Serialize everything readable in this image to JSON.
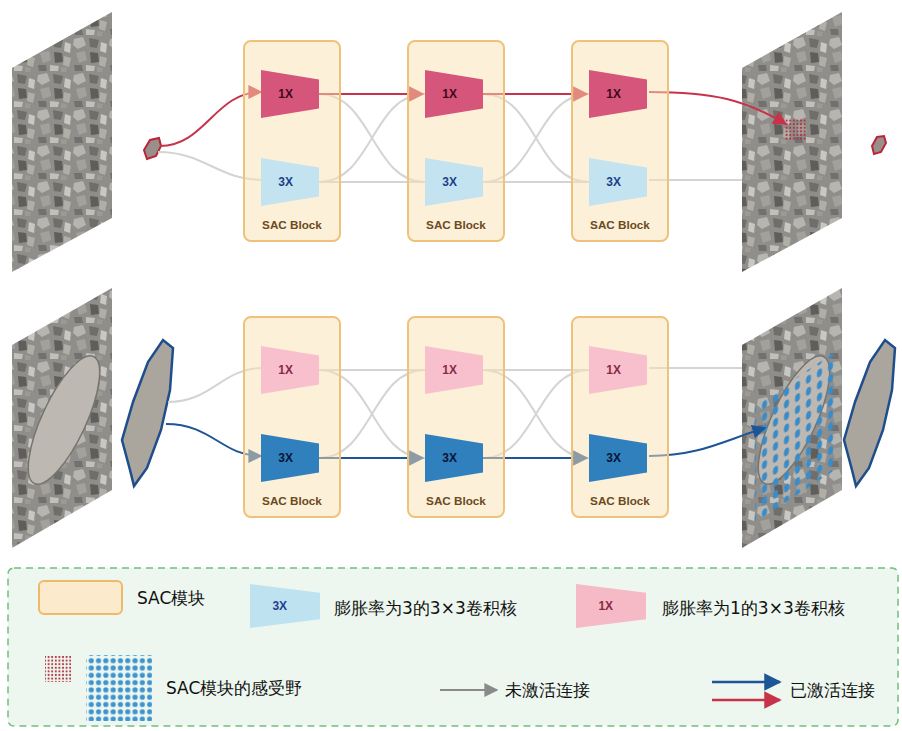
{
  "diagram": {
    "nodes": [
      {
        "text": [
          "SAC Block"
        ]
      },
      {
        "text": [
          "1X"
        ],
        "in": 0
      },
      {
        "text": [
          "3X"
        ],
        "in": 0
      },
      {
        "text": [
          "SAC Block"
        ]
      },
      {
        "text": [
          "1X"
        ],
        "in": 3
      },
      {
        "text": [
          "3X"
        ],
        "in": 3
      },
      {
        "text": [
          "SAC Block"
        ]
      },
      {
        "text": [
          "1X"
        ],
        "in": 6
      },
      {
        "text": [
          "3X"
        ],
        "in": 6
      },
      {
        "text": [
          "SAC Block"
        ]
      },
      {
        "text": [
          "1X"
        ],
        "in": 9
      },
      {
        "text": [
          "3X"
        ],
        "in": 9
      },
      {
        "text": [
          "SAC Block"
        ]
      },
      {
        "text": [
          "1X"
        ],
        "in": 12
      },
      {
        "text": [
          "3X"
        ],
        "in": 12
      },
      {
        "text": [
          "SAC Block"
        ]
      },
      {
        "text": [
          "1X"
        ],
        "in": 15
      },
      {
        "text": [
          "3X"
        ],
        "in": 15
      }
    ],
    "edges": [
      {
        "from": 2,
        "to": 5,
        "arrow": "none"
      },
      {
        "from": 5,
        "to": 8,
        "arrow": "none"
      },
      {
        "from": 1,
        "to": 5,
        "arrow": "none"
      },
      {
        "from": 2,
        "to": 4,
        "arrow": "none"
      },
      {
        "from": 4,
        "to": 8,
        "arrow": "none"
      },
      {
        "from": 5,
        "to": 7,
        "arrow": "none"
      },
      {
        "from": 1,
        "to": 4,
        "arrow": "to"
      },
      {
        "from": 4,
        "to": 7,
        "arrow": "to"
      },
      {
        "from": 10,
        "to": 13,
        "arrow": "none"
      },
      {
        "from": 13,
        "to": 16,
        "arrow": "none"
      },
      {
        "from": 10,
        "to": 14,
        "arrow": "none"
      },
      {
        "from": 11,
        "to": 13,
        "arrow": "none"
      },
      {
        "from": 13,
        "to": 17,
        "arrow": "none"
      },
      {
        "from": 14,
        "to": 16,
        "arrow": "none"
      },
      {
        "from": 11,
        "to": 14,
        "arrow": "to"
      },
      {
        "from": 14,
        "to": 17,
        "arrow": "to"
      }
    ],
    "labels": [
      "3X",
      "1X"
    ],
    "legend": [
      {
        "text": "SAC模块",
        "color": "#fbeacb"
      },
      {
        "text": "膨胀率为3的3×3卷积核"
      },
      {
        "text": "膨胀率为1的3×3卷积核"
      },
      {
        "text": "SAC模块的感受野"
      },
      {
        "text": "未激活连接"
      },
      {
        "text": "已激活连接"
      }
    ]
  }
}
